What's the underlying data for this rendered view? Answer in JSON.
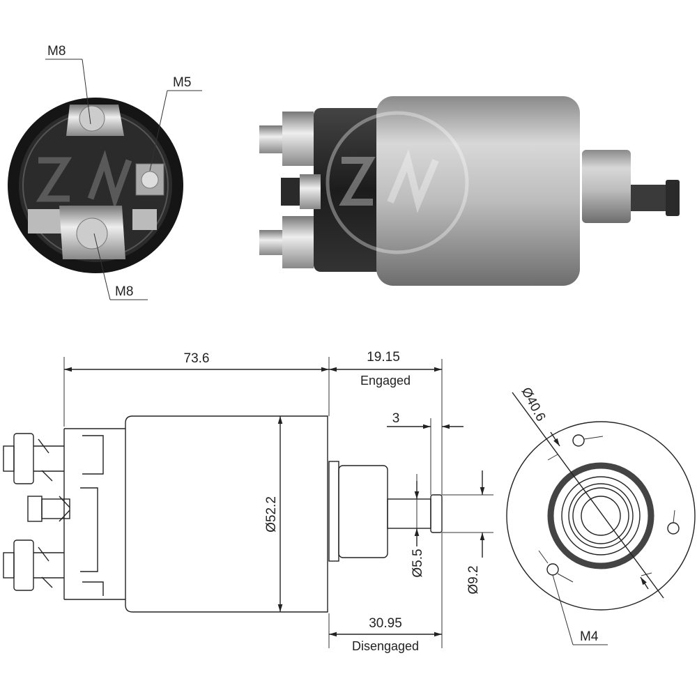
{
  "photo_end_view": {
    "labels": {
      "top_terminal": "M8",
      "small_terminal": "M5",
      "bottom_terminal": "M8"
    }
  },
  "drawing_side_view": {
    "overall_length": "73.6",
    "engaged_travel": "19.15",
    "engaged_label": "Engaged",
    "tip_length": "3",
    "body_diameter": "Ø52.2",
    "rod_diameter": "Ø5.5",
    "tip_diameter": "Ø9.2",
    "disengaged_travel": "30.95",
    "disengaged_label": "Disengaged"
  },
  "drawing_end_view": {
    "bolt_circle": "Ø40.6",
    "hole_thread": "M4"
  },
  "colors": {
    "line": "#222222",
    "body_photo": "#b8b8b8",
    "cap_photo": "#2a2a2a"
  }
}
